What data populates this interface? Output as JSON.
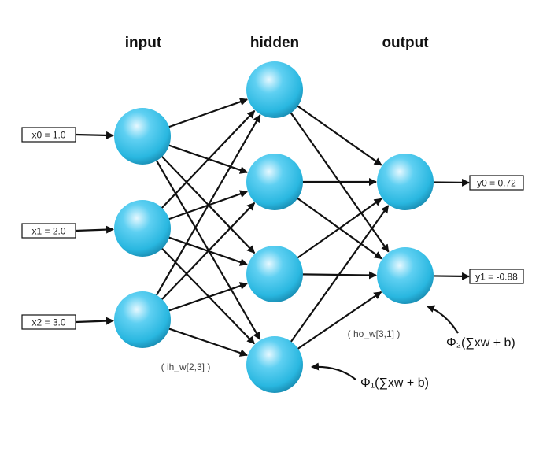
{
  "layers": {
    "input": "input",
    "hidden": "hidden",
    "output": "output"
  },
  "inputs": [
    "x0 = 1.0",
    "x1 = 2.0",
    "x2 = 3.0"
  ],
  "outputs": [
    "y0 = 0.72",
    "y1 = -0.88"
  ],
  "annotations": {
    "ih_weights": "( ih_w[2,3] )",
    "ho_weights": "( ho_w[3,1] )"
  },
  "formulas": {
    "hidden_activation": "Φ₁(∑xw + b)",
    "output_activation": "Φ₂(∑xw + b)"
  },
  "colors": {
    "node_fill": "#29b7e0",
    "node_highlight": "#e6f8ff",
    "node_edge": "#1a8fb5",
    "arrow": "#111111"
  }
}
